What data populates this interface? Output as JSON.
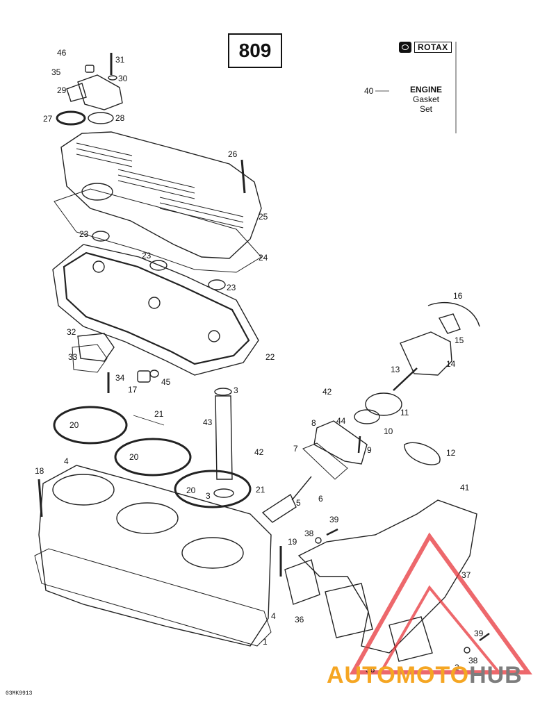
{
  "page_number": "809",
  "brand": {
    "name": "ROTAX",
    "logo_icon": "rotax-logo-icon"
  },
  "gasket_set": {
    "ref": "40",
    "line1": "ENGINE",
    "line2": "Gasket",
    "line3": "Set"
  },
  "drawing_code": "03MK9913",
  "watermark": {
    "part1": "AUTOMOTO",
    "part2": "HUB",
    "color1": "#f5a623",
    "color2": "#7d7d7d",
    "triangle_color": "#e8363b"
  },
  "labels": [
    {
      "t": "46"
    },
    {
      "t": "31"
    },
    {
      "t": "35"
    },
    {
      "t": "30"
    },
    {
      "t": "29"
    },
    {
      "t": "27"
    },
    {
      "t": "28"
    },
    {
      "t": "26"
    },
    {
      "t": "25"
    },
    {
      "t": "23"
    },
    {
      "t": "23"
    },
    {
      "t": "24"
    },
    {
      "t": "23"
    },
    {
      "t": "16"
    },
    {
      "t": "32"
    },
    {
      "t": "15"
    },
    {
      "t": "33"
    },
    {
      "t": "22"
    },
    {
      "t": "14"
    },
    {
      "t": "13"
    },
    {
      "t": "34"
    },
    {
      "t": "17"
    },
    {
      "t": "45"
    },
    {
      "t": "3"
    },
    {
      "t": "42"
    },
    {
      "t": "11"
    },
    {
      "t": "21"
    },
    {
      "t": "43"
    },
    {
      "t": "8"
    },
    {
      "t": "44"
    },
    {
      "t": "10"
    },
    {
      "t": "20"
    },
    {
      "t": "20"
    },
    {
      "t": "4"
    },
    {
      "t": "42"
    },
    {
      "t": "9"
    },
    {
      "t": "12"
    },
    {
      "t": "7"
    },
    {
      "t": "18"
    },
    {
      "t": "20"
    },
    {
      "t": "21"
    },
    {
      "t": "3"
    },
    {
      "t": "6"
    },
    {
      "t": "41"
    },
    {
      "t": "5"
    },
    {
      "t": "39"
    },
    {
      "t": "38"
    },
    {
      "t": "19"
    },
    {
      "t": "37"
    },
    {
      "t": "4"
    },
    {
      "t": "36"
    },
    {
      "t": "39"
    },
    {
      "t": "1"
    },
    {
      "t": "38"
    },
    {
      "t": "2"
    },
    {
      "t": "36"
    }
  ]
}
